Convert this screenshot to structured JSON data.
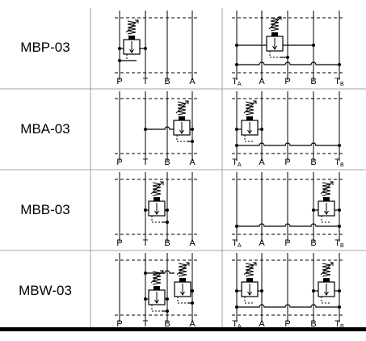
{
  "table": {
    "rows": [
      {
        "model": "MBP-03",
        "left_ports": [
          "P",
          "T",
          "B",
          "A"
        ],
        "right_ports": [
          [
            "T",
            "A"
          ],
          [
            "A",
            ""
          ],
          [
            "P",
            ""
          ],
          [
            "B",
            ""
          ],
          [
            "T",
            "B"
          ]
        ]
      },
      {
        "model": "MBA-03",
        "left_ports": [
          "P",
          "T",
          "B",
          "A"
        ],
        "right_ports": [
          [
            "T",
            "A"
          ],
          [
            "A",
            ""
          ],
          [
            "P",
            ""
          ],
          [
            "B",
            ""
          ],
          [
            "T",
            "B"
          ]
        ]
      },
      {
        "model": "MBB-03",
        "left_ports": [
          "P",
          "T",
          "B",
          "A"
        ],
        "right_ports": [
          [
            "T",
            "A"
          ],
          [
            "A",
            ""
          ],
          [
            "P",
            ""
          ],
          [
            "B",
            ""
          ],
          [
            "T",
            "B"
          ]
        ]
      },
      {
        "model": "MBW-03",
        "left_ports": [
          "P",
          "T",
          "B",
          "A"
        ],
        "right_ports": [
          [
            "T",
            "A"
          ],
          [
            "A",
            ""
          ],
          [
            "P",
            ""
          ],
          [
            "B",
            ""
          ],
          [
            "T",
            "B"
          ]
        ]
      }
    ]
  },
  "colors": {
    "line": "#000000",
    "grid": "#888888",
    "background": "#ffffff"
  }
}
